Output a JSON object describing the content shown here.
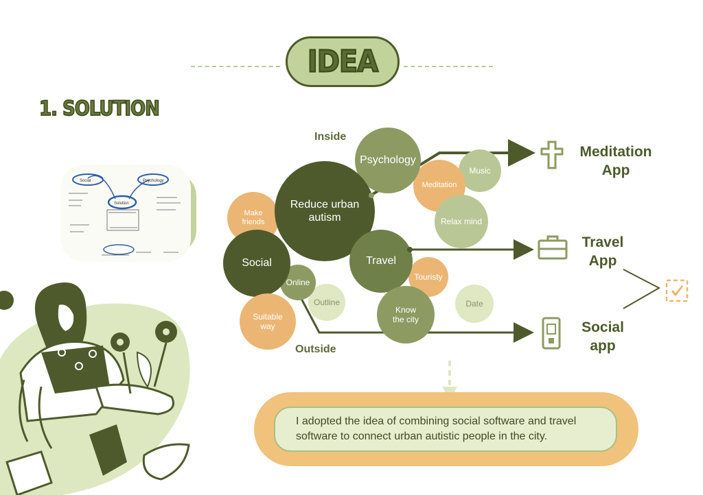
{
  "title": "IDEA",
  "section": "1. SOLUTION",
  "sketch_text": {
    "node1": "Social",
    "node2": "Psychology",
    "center": "Solution"
  },
  "mindmap": {
    "inside_label": "Inside",
    "outside_label": "Outside",
    "nodes": {
      "reduce": "Reduce urban autism",
      "psychology": "Psychology",
      "social": "Social",
      "travel": "Travel",
      "make_friends": "Make friends",
      "meditation": "Meditation",
      "music": "Music",
      "relax": "Relax mind",
      "touristy": "Touristy",
      "online": "Online",
      "outline": "Outline",
      "suitable": "Suitable way",
      "know_city": "Know the city",
      "date": "Date"
    }
  },
  "apps": {
    "meditation": [
      "Meditation",
      "App"
    ],
    "travel": [
      "Travel",
      "App"
    ],
    "social": [
      "Social",
      "app"
    ]
  },
  "conclusion": "I adopted the idea of combining social software and travel software to connect urban autistic people in the city.",
  "icons": [
    "cross-icon",
    "briefcase-icon",
    "phone-icon",
    "checkbox-icon"
  ],
  "colors": {
    "dark_olive": "#4e5a2c",
    "olive": "#6f8049",
    "mid_olive": "#8d9a62",
    "sage": "#b9c796",
    "pale": "#dfe7c3",
    "orange": "#ebb673",
    "note_orange": "#f0c27b"
  }
}
